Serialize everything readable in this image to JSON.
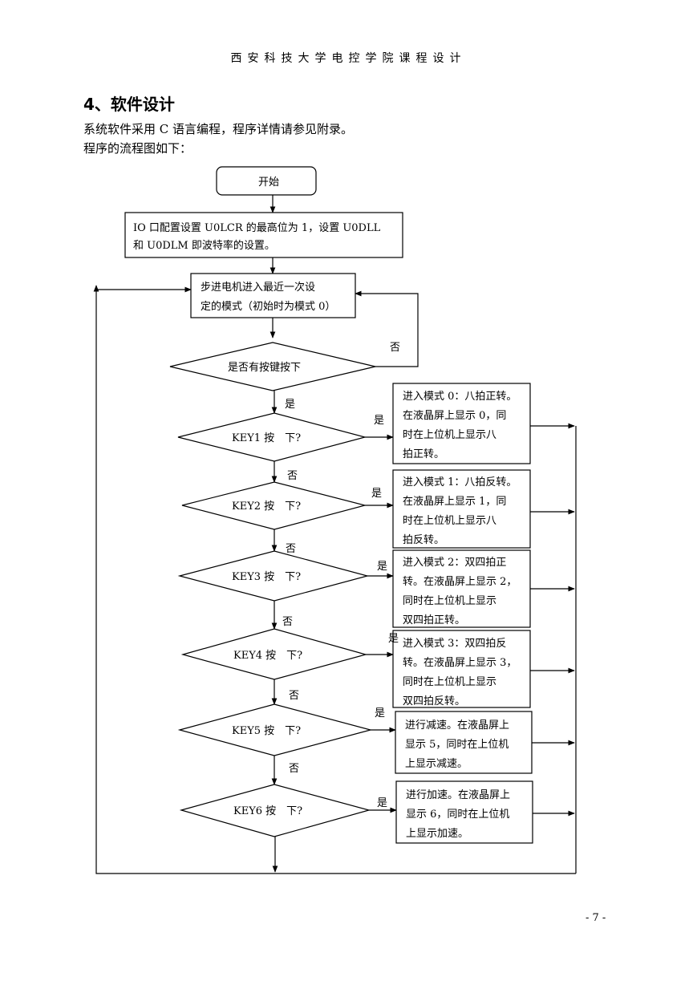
{
  "page": {
    "header": "西安科技大学电控学院课程设计",
    "section_title": "4、软件设计",
    "para1": "系统软件采用 C 语言编程，程序详情请参见附录。",
    "para2": "程序的流程图如下：",
    "page_number": "- 7 -"
  },
  "flow": {
    "start": "开始",
    "init_line1": "IO 口配置设置 U0LCR 的最高位为 1，设置 U0DLL",
    "init_line2": "和 U0DLM 即波特率的设置。",
    "run_line1": "步进电机进入最近一次设",
    "run_line2": "定的模式（初始时为模式 0）",
    "check_key": "是否有按键按下",
    "no": "否",
    "yes": "是",
    "keys": [
      {
        "label": "KEY1 按　下?",
        "action": [
          "进入模式 0：八拍正转。",
          "在液晶屏上显示 0，同",
          "时在上位机上显示八",
          "拍正转。"
        ]
      },
      {
        "label": "KEY2 按　下?",
        "action": [
          "进入模式 1：八拍反转。",
          "在液晶屏上显示 1，同",
          "时在上位机上显示八",
          "拍反转。"
        ]
      },
      {
        "label": "KEY3 按　下?",
        "action": [
          "进入模式 2：双四拍正",
          "转。在液晶屏上显示 2，",
          "同时在上位机上显示",
          "双四拍正转。"
        ]
      },
      {
        "label": "KEY4 按　下?",
        "action": [
          "进入模式 3：双四拍反",
          "转。在液晶屏上显示 3，",
          "同时在上位机上显示",
          "双四拍反转。"
        ]
      },
      {
        "label": "KEY5 按　下?",
        "action": [
          "进行减速。在液晶屏上",
          "显示 5，同时在上位机",
          "上显示减速。"
        ]
      },
      {
        "label": "KEY6 按　下?",
        "action": [
          "进行加速。在液晶屏上",
          "显示 6，同时在上位机",
          "上显示加速。"
        ]
      }
    ]
  }
}
